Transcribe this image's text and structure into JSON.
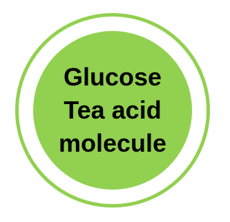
{
  "node": {
    "lines": [
      "Glucose",
      "Tea acid",
      "molecule"
    ]
  },
  "colors": {
    "fill": "#92d050",
    "ring": "#92d050",
    "text": "#000000",
    "background": "#ffffff"
  }
}
